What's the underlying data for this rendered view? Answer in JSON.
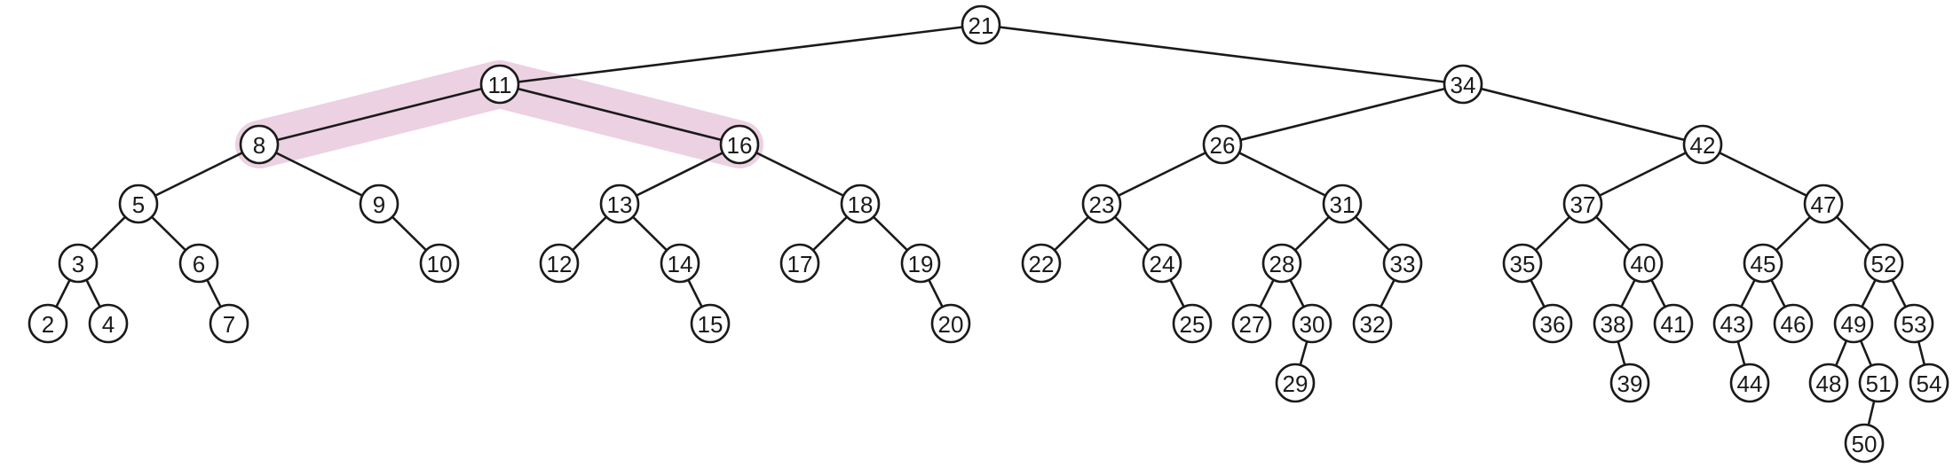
{
  "colors": {
    "highlight": "#e8c9dc",
    "stroke": "#1a1a1a",
    "node_fill": "#ffffff",
    "background": "#ffffff"
  },
  "tree": {
    "nodes": [
      {
        "label": "21",
        "depth": 0
      },
      {
        "label": "11",
        "depth": 1
      },
      {
        "label": "34",
        "depth": 1
      },
      {
        "label": "8",
        "depth": 2
      },
      {
        "label": "16",
        "depth": 2
      },
      {
        "label": "26",
        "depth": 2
      },
      {
        "label": "42",
        "depth": 2
      },
      {
        "label": "5",
        "depth": 3
      },
      {
        "label": "9",
        "depth": 3
      },
      {
        "label": "13",
        "depth": 3
      },
      {
        "label": "18",
        "depth": 3
      },
      {
        "label": "23",
        "depth": 3
      },
      {
        "label": "31",
        "depth": 3
      },
      {
        "label": "37",
        "depth": 3
      },
      {
        "label": "47",
        "depth": 3
      },
      {
        "label": "3",
        "depth": 4
      },
      {
        "label": "6",
        "depth": 4
      },
      {
        "label": "10",
        "depth": 4
      },
      {
        "label": "12",
        "depth": 4
      },
      {
        "label": "14",
        "depth": 4
      },
      {
        "label": "17",
        "depth": 4
      },
      {
        "label": "19",
        "depth": 4
      },
      {
        "label": "22",
        "depth": 4
      },
      {
        "label": "24",
        "depth": 4
      },
      {
        "label": "28",
        "depth": 4
      },
      {
        "label": "33",
        "depth": 4
      },
      {
        "label": "35",
        "depth": 4
      },
      {
        "label": "40",
        "depth": 4
      },
      {
        "label": "45",
        "depth": 4
      },
      {
        "label": "52",
        "depth": 4
      },
      {
        "label": "2",
        "depth": 5
      },
      {
        "label": "4",
        "depth": 5
      },
      {
        "label": "7",
        "depth": 5
      },
      {
        "label": "15",
        "depth": 5
      },
      {
        "label": "20",
        "depth": 5
      },
      {
        "label": "25",
        "depth": 5
      },
      {
        "label": "27",
        "depth": 5
      },
      {
        "label": "30",
        "depth": 5
      },
      {
        "label": "32",
        "depth": 5
      },
      {
        "label": "36",
        "depth": 5
      },
      {
        "label": "38",
        "depth": 5
      },
      {
        "label": "41",
        "depth": 5
      },
      {
        "label": "43",
        "depth": 5
      },
      {
        "label": "46",
        "depth": 5
      },
      {
        "label": "49",
        "depth": 5
      },
      {
        "label": "53",
        "depth": 5
      },
      {
        "label": "29",
        "depth": 6
      },
      {
        "label": "39",
        "depth": 6
      },
      {
        "label": "44",
        "depth": 6
      },
      {
        "label": "48",
        "depth": 6
      },
      {
        "label": "51",
        "depth": 6
      },
      {
        "label": "54",
        "depth": 6
      },
      {
        "label": "50",
        "depth": 7
      }
    ],
    "edges": [
      [
        "21",
        "11"
      ],
      [
        "21",
        "34"
      ],
      [
        "11",
        "8"
      ],
      [
        "11",
        "16"
      ],
      [
        "34",
        "26"
      ],
      [
        "34",
        "42"
      ],
      [
        "8",
        "5"
      ],
      [
        "8",
        "9"
      ],
      [
        "16",
        "13"
      ],
      [
        "16",
        "18"
      ],
      [
        "26",
        "23"
      ],
      [
        "26",
        "31"
      ],
      [
        "42",
        "37"
      ],
      [
        "42",
        "47"
      ],
      [
        "5",
        "3"
      ],
      [
        "5",
        "6"
      ],
      [
        "9",
        "10"
      ],
      [
        "13",
        "12"
      ],
      [
        "13",
        "14"
      ],
      [
        "18",
        "17"
      ],
      [
        "18",
        "19"
      ],
      [
        "23",
        "22"
      ],
      [
        "23",
        "24"
      ],
      [
        "31",
        "28"
      ],
      [
        "31",
        "33"
      ],
      [
        "37",
        "35"
      ],
      [
        "37",
        "40"
      ],
      [
        "47",
        "45"
      ],
      [
        "47",
        "52"
      ],
      [
        "3",
        "2"
      ],
      [
        "3",
        "4"
      ],
      [
        "6",
        "7"
      ],
      [
        "14",
        "15"
      ],
      [
        "19",
        "20"
      ],
      [
        "24",
        "25"
      ],
      [
        "28",
        "27"
      ],
      [
        "28",
        "30"
      ],
      [
        "33",
        "32"
      ],
      [
        "35",
        "36"
      ],
      [
        "40",
        "38"
      ],
      [
        "40",
        "41"
      ],
      [
        "45",
        "43"
      ],
      [
        "45",
        "46"
      ],
      [
        "52",
        "49"
      ],
      [
        "52",
        "53"
      ],
      [
        "30",
        "29"
      ],
      [
        "38",
        "39"
      ],
      [
        "43",
        "44"
      ],
      [
        "49",
        "48"
      ],
      [
        "49",
        "51"
      ],
      [
        "53",
        "54"
      ],
      [
        "51",
        "50"
      ]
    ],
    "highlighted_path": [
      "8",
      "11",
      "16"
    ]
  }
}
